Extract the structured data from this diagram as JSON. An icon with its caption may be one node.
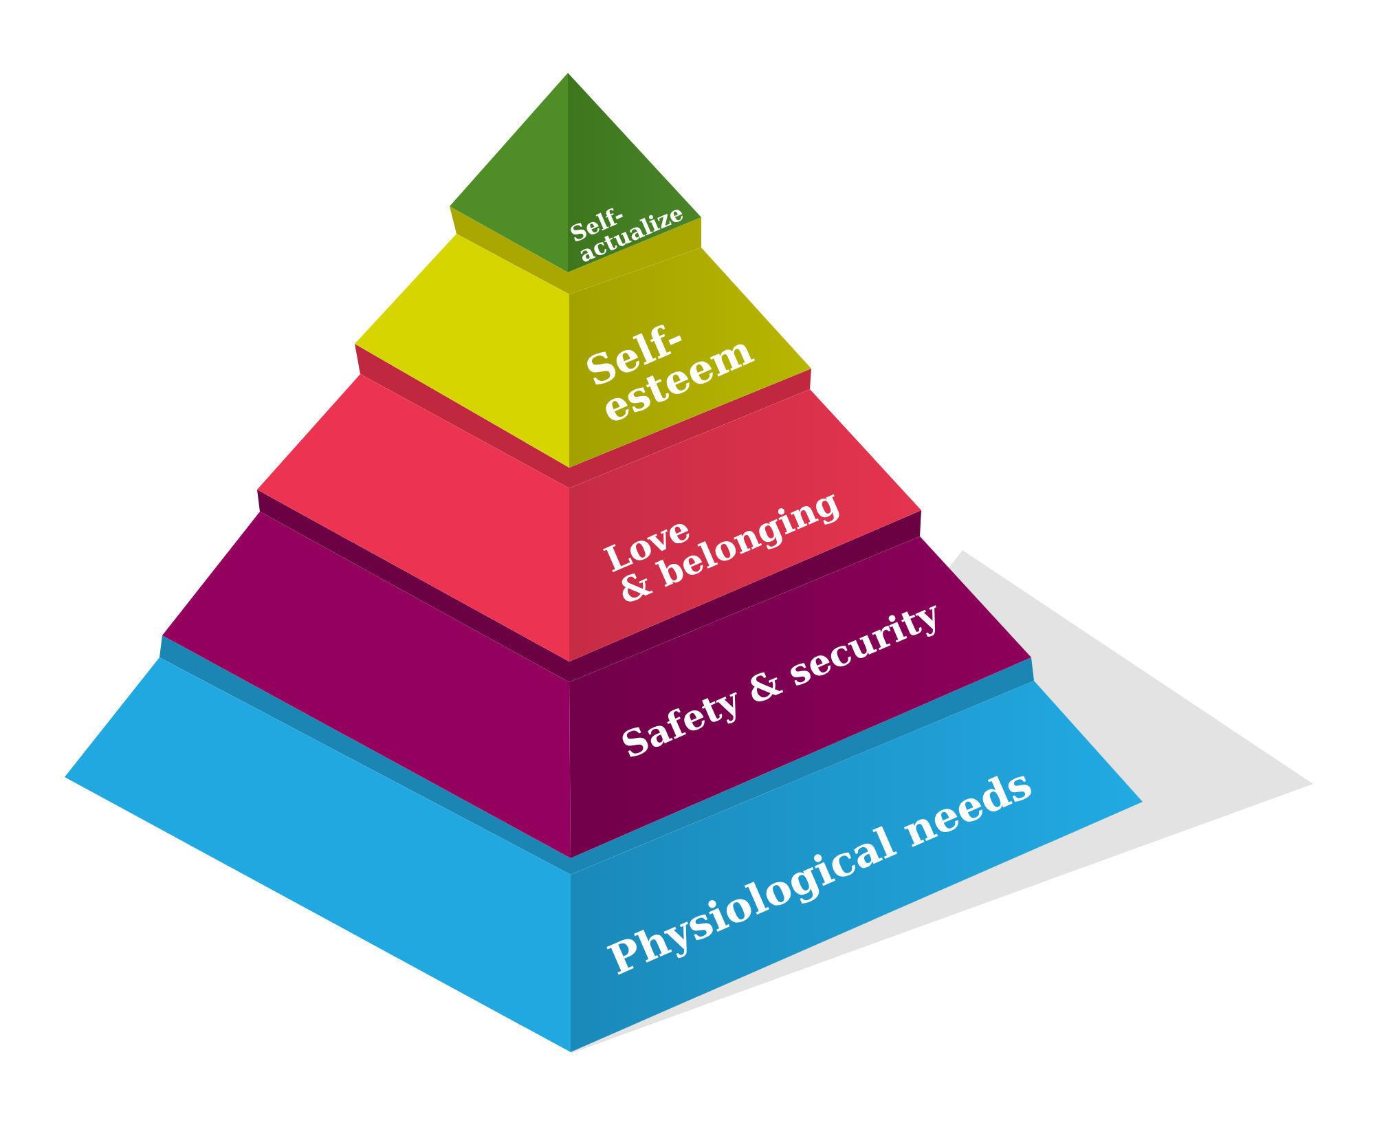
{
  "diagram": {
    "nodes": [
      {
        "text": [
          "Self-actualize"
        ]
      },
      {
        "text": [
          "Self-esteem"
        ]
      },
      {
        "text": [
          "Love & belonging"
        ]
      },
      {
        "text": [
          "Safety & security"
        ]
      },
      {
        "text": [
          "Physiological needs"
        ]
      }
    ]
  }
}
